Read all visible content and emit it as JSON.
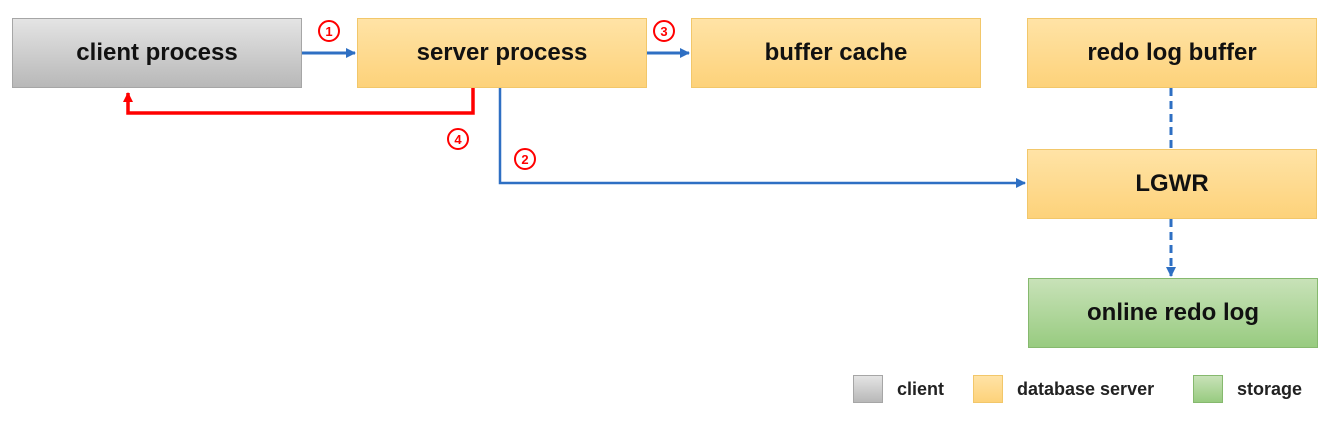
{
  "nodes": {
    "client_process": "client process",
    "server_process": "server process",
    "buffer_cache": "buffer cache",
    "redo_log_buffer": "redo log buffer",
    "lgwr": "LGWR",
    "online_redo_log": "online redo log"
  },
  "steps": {
    "step1": "1",
    "step2": "2",
    "step3": "3",
    "step4": "4"
  },
  "legend": {
    "client": "client",
    "database_server": "database server",
    "storage": "storage"
  },
  "colors": {
    "client": "#c7c7c7",
    "database_server": "#fdd98b",
    "storage": "#b1d79c",
    "arrow_blue": "#2e6fc3",
    "arrow_red": "#ff0000",
    "step_red": "#ff0000"
  }
}
